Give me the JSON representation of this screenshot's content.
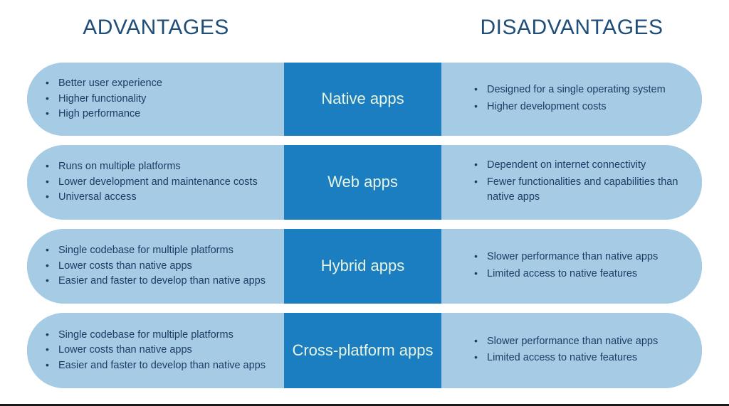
{
  "headers": {
    "advantages": "ADVANTAGES",
    "disadvantages": "DISADVANTAGES"
  },
  "colors": {
    "header_text": "#1f4e79",
    "panel_light_blue": "#a5cbe5",
    "center_blue": "#1b7ec1",
    "center_label_text": "#e8f4e2",
    "bullet_text": "#1f3c64",
    "page_background": "#ffffff",
    "bottom_border": "#1a1a1a"
  },
  "rows": [
    {
      "label": "Native apps",
      "advantages": [
        "Better user experience",
        "Higher functionality",
        "High performance"
      ],
      "disadvantages": [
        "Designed for a single operating system",
        "Higher development costs"
      ]
    },
    {
      "label": "Web apps",
      "advantages": [
        "Runs on multiple platforms",
        "Lower development and maintenance costs",
        "Universal access"
      ],
      "disadvantages": [
        "Dependent on internet connectivity",
        "Fewer functionalities and capabilities than native apps"
      ]
    },
    {
      "label": "Hybrid apps",
      "advantages": [
        "Single codebase for multiple platforms",
        "Lower costs than native apps",
        "Easier and faster to develop than native apps"
      ],
      "disadvantages": [
        "Slower performance than native apps",
        "Limited access to native features"
      ]
    },
    {
      "label": "Cross-platform apps",
      "advantages": [
        "Single codebase for multiple platforms",
        "Lower costs than native apps",
        "Easier and faster to develop than native apps"
      ],
      "disadvantages": [
        "Slower performance than native apps",
        "Limited access to native features"
      ]
    }
  ]
}
